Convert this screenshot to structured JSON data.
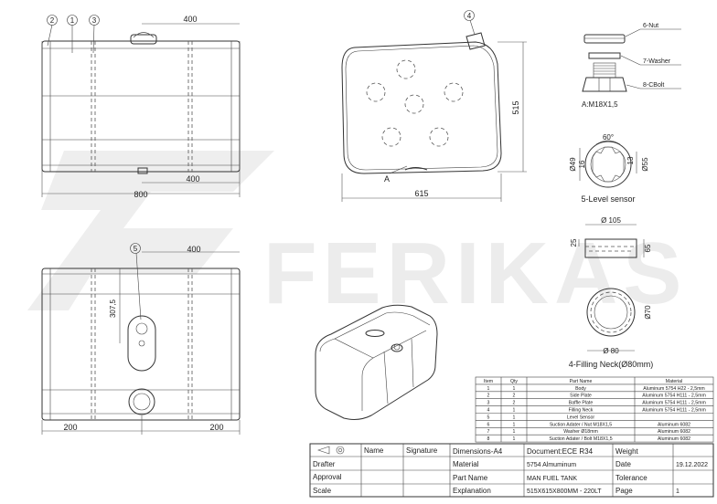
{
  "drawing": {
    "brand": "FERIKAS",
    "balloons": [
      "2",
      "1",
      "3",
      "4",
      "5"
    ],
    "front_view": {
      "width_top": "400",
      "width_bottom": "400",
      "length": "800"
    },
    "side_view": {
      "height": "515",
      "width": "615",
      "view_label": "A"
    },
    "bottom_view": {
      "width_top": "400",
      "offset": "307,5",
      "left_margin": "200",
      "right_margin": "200"
    },
    "bolt_detail": {
      "nut_label": "6-Nut",
      "washer_label": "7-Washer",
      "bolt_label": "8-CBolt",
      "thread_label": "A:M18X1,5"
    },
    "level_sensor": {
      "angle": "60°",
      "d_outer": "Ø49",
      "d_inner": "Ø55",
      "dim_a": "16",
      "dim_b": "13",
      "caption": "5-Level sensor"
    },
    "filling_neck": {
      "d_top": "Ø 105",
      "h_left": "25",
      "h_right": "65",
      "d_inner": "Ø70",
      "d_bottom": "Ø 80",
      "caption": "4-Filling Neck(Ø80mm)"
    }
  },
  "parts_list": {
    "headers": [
      "Item",
      "Qty",
      "Part Name",
      "Material"
    ],
    "rows": [
      [
        "1",
        "1",
        "Body",
        "Aluminum 5754 H22 - 2,5mm"
      ],
      [
        "2",
        "2",
        "Side Plate",
        "Aluminum 5754 H111 - 2,5mm"
      ],
      [
        "3",
        "2",
        "Baffle Plate",
        "Aluminum 5754 H111 - 2,5mm"
      ],
      [
        "4",
        "1",
        "Filling Neck",
        "Aluminum 5754 H111 - 2,5mm"
      ],
      [
        "5",
        "1",
        "Level Sensor",
        ""
      ],
      [
        "6",
        "1",
        "Suction Adater / Nut M18X1,5",
        "Aluminum 6082"
      ],
      [
        "7",
        "1",
        "Washer Ø18mm",
        "Aluminum 6082"
      ],
      [
        "8",
        "1",
        "Suction Adater / Bolt M18X1,5",
        "Aluminum 6082"
      ]
    ]
  },
  "title_block": {
    "name": "Name",
    "signature": "Signature",
    "dimensions": "Dimensions-A4",
    "document": "Document:ECE R34",
    "weight": "Weight",
    "drafter": "Drafter",
    "material_label": "Material",
    "material_value": "5754 Almuminum",
    "date_label": "Date",
    "date_value": "19.12.2022",
    "approval": "Approval",
    "part_name_label": "Part Name",
    "part_name_value": "MAN FUEL TANK",
    "tolerance": "Tolerance",
    "scale": "Scale",
    "explanation_label": "Explanation",
    "explanation_value": "515X615X800MM - 220LT",
    "page_label": "Page",
    "page_value": "1"
  }
}
